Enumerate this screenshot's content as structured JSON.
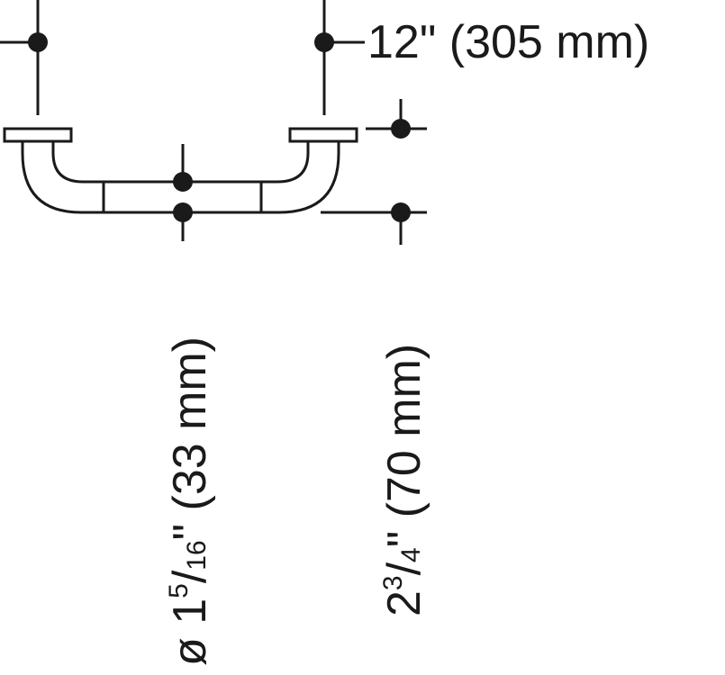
{
  "dimensions": {
    "width": {
      "label": "12\" (305 mm)"
    },
    "diameter": {
      "symbol": "ø 1",
      "numerator": "5",
      "slash": "/",
      "denominator": "16",
      "suffix": "\" (33 mm)"
    },
    "projection": {
      "whole": "2",
      "numerator": "3",
      "slash": "/",
      "denominator": "4",
      "suffix": "\" (70 mm)"
    }
  }
}
